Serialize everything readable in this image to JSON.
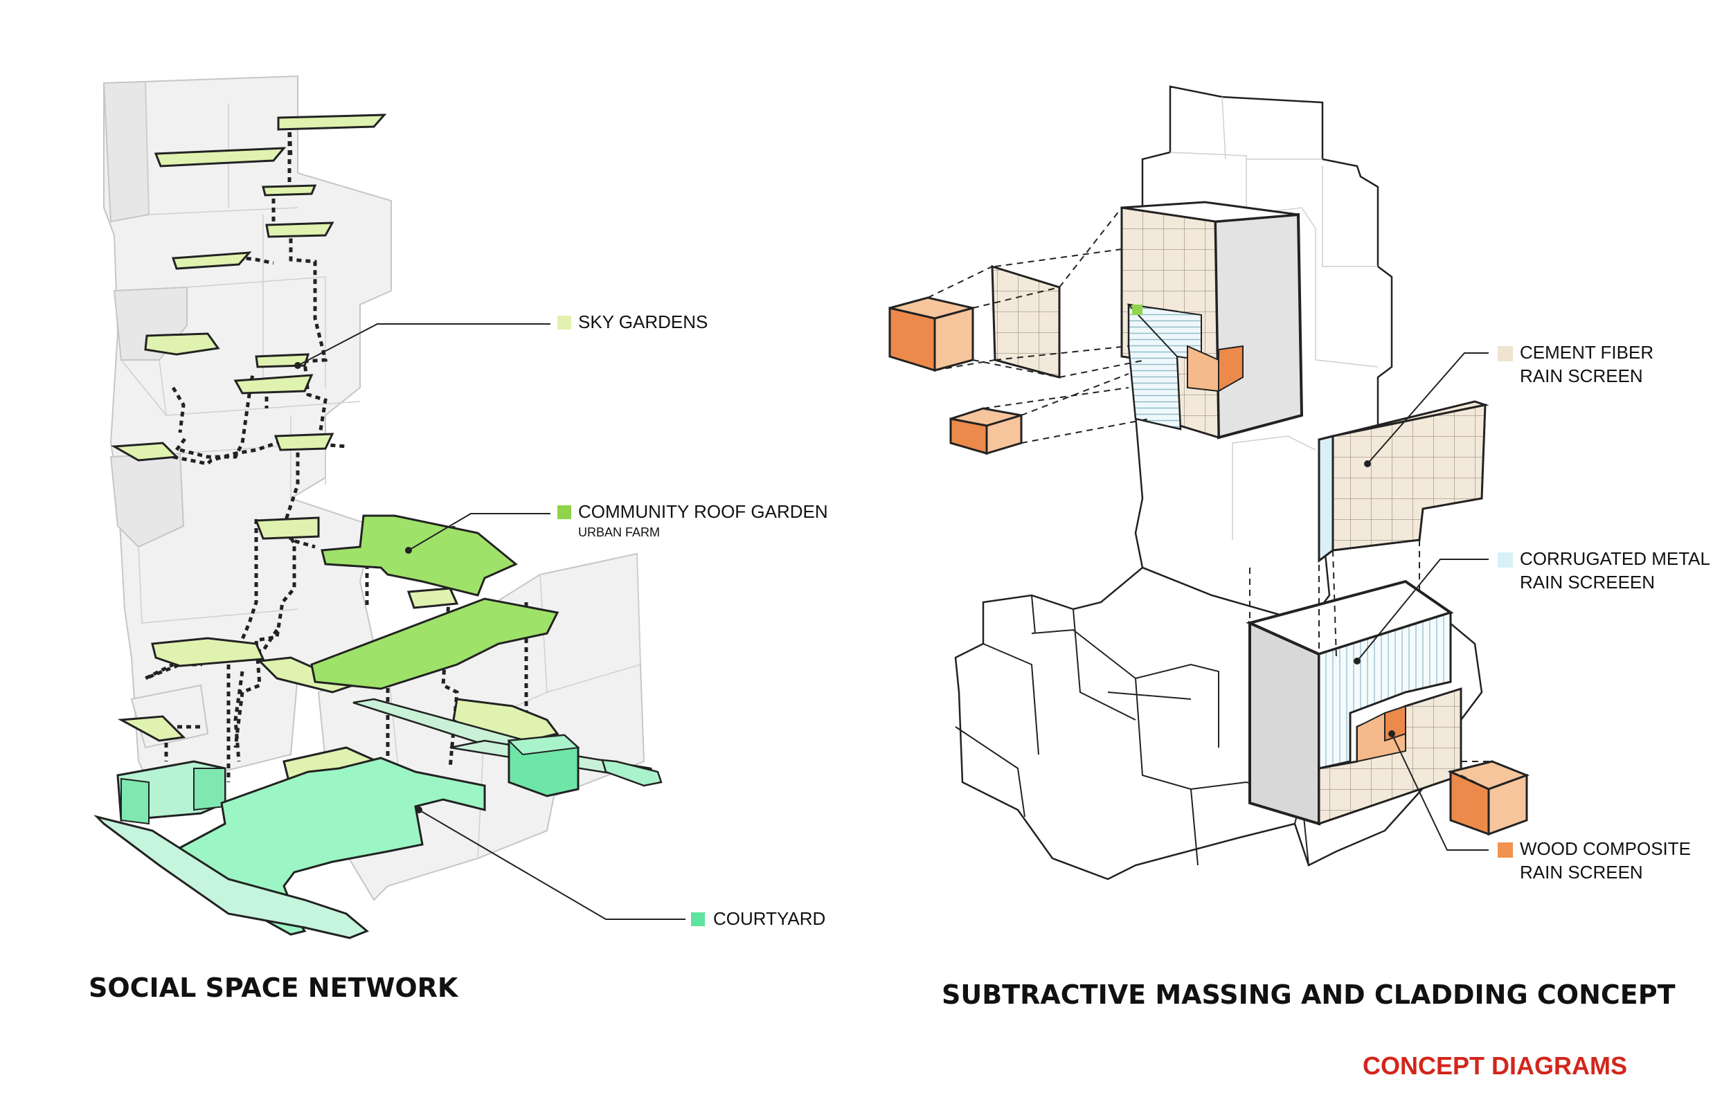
{
  "legend_left": {
    "sky_gardens": {
      "label": "SKY GARDENS",
      "color": "#e3f1b0"
    },
    "community_roof_garden": {
      "label": "COMMUNITY ROOF GARDEN",
      "sublabel": "URBAN FARM",
      "color": "#8fd44a"
    },
    "courtyard": {
      "label": "COURTYARD",
      "color": "#5fe3a0"
    }
  },
  "legend_right": {
    "cement_fiber": {
      "label_line1": "CEMENT FIBER",
      "label_line2": "RAIN SCREEN",
      "color": "#efe3d1"
    },
    "corrugated_metal": {
      "label_line1": "CORRUGATED METAL",
      "label_line2": "RAIN SCREEEN",
      "color": "#d9f0f7"
    },
    "wood_composite": {
      "label_line1": "WOOD COMPOSITE",
      "label_line2": "RAIN SCREEN",
      "color": "#f09250"
    }
  },
  "titles": {
    "left": "SOCIAL SPACE NETWORK",
    "right": "SUBTRACTIVE MASSING AND CLADDING CONCEPT",
    "sheet": "CONCEPT DIAGRAMS"
  },
  "colors": {
    "sheet_title": "#d2261c",
    "sky_garden_fill": "#dff2b0",
    "roof_garden_fill": "#9fe26a",
    "courtyard_fill": "#9cf5c4",
    "wood_fill": "#f5b98a",
    "wood_dark": "#ec8a4c",
    "cement_fill": "#f3e9da"
  }
}
